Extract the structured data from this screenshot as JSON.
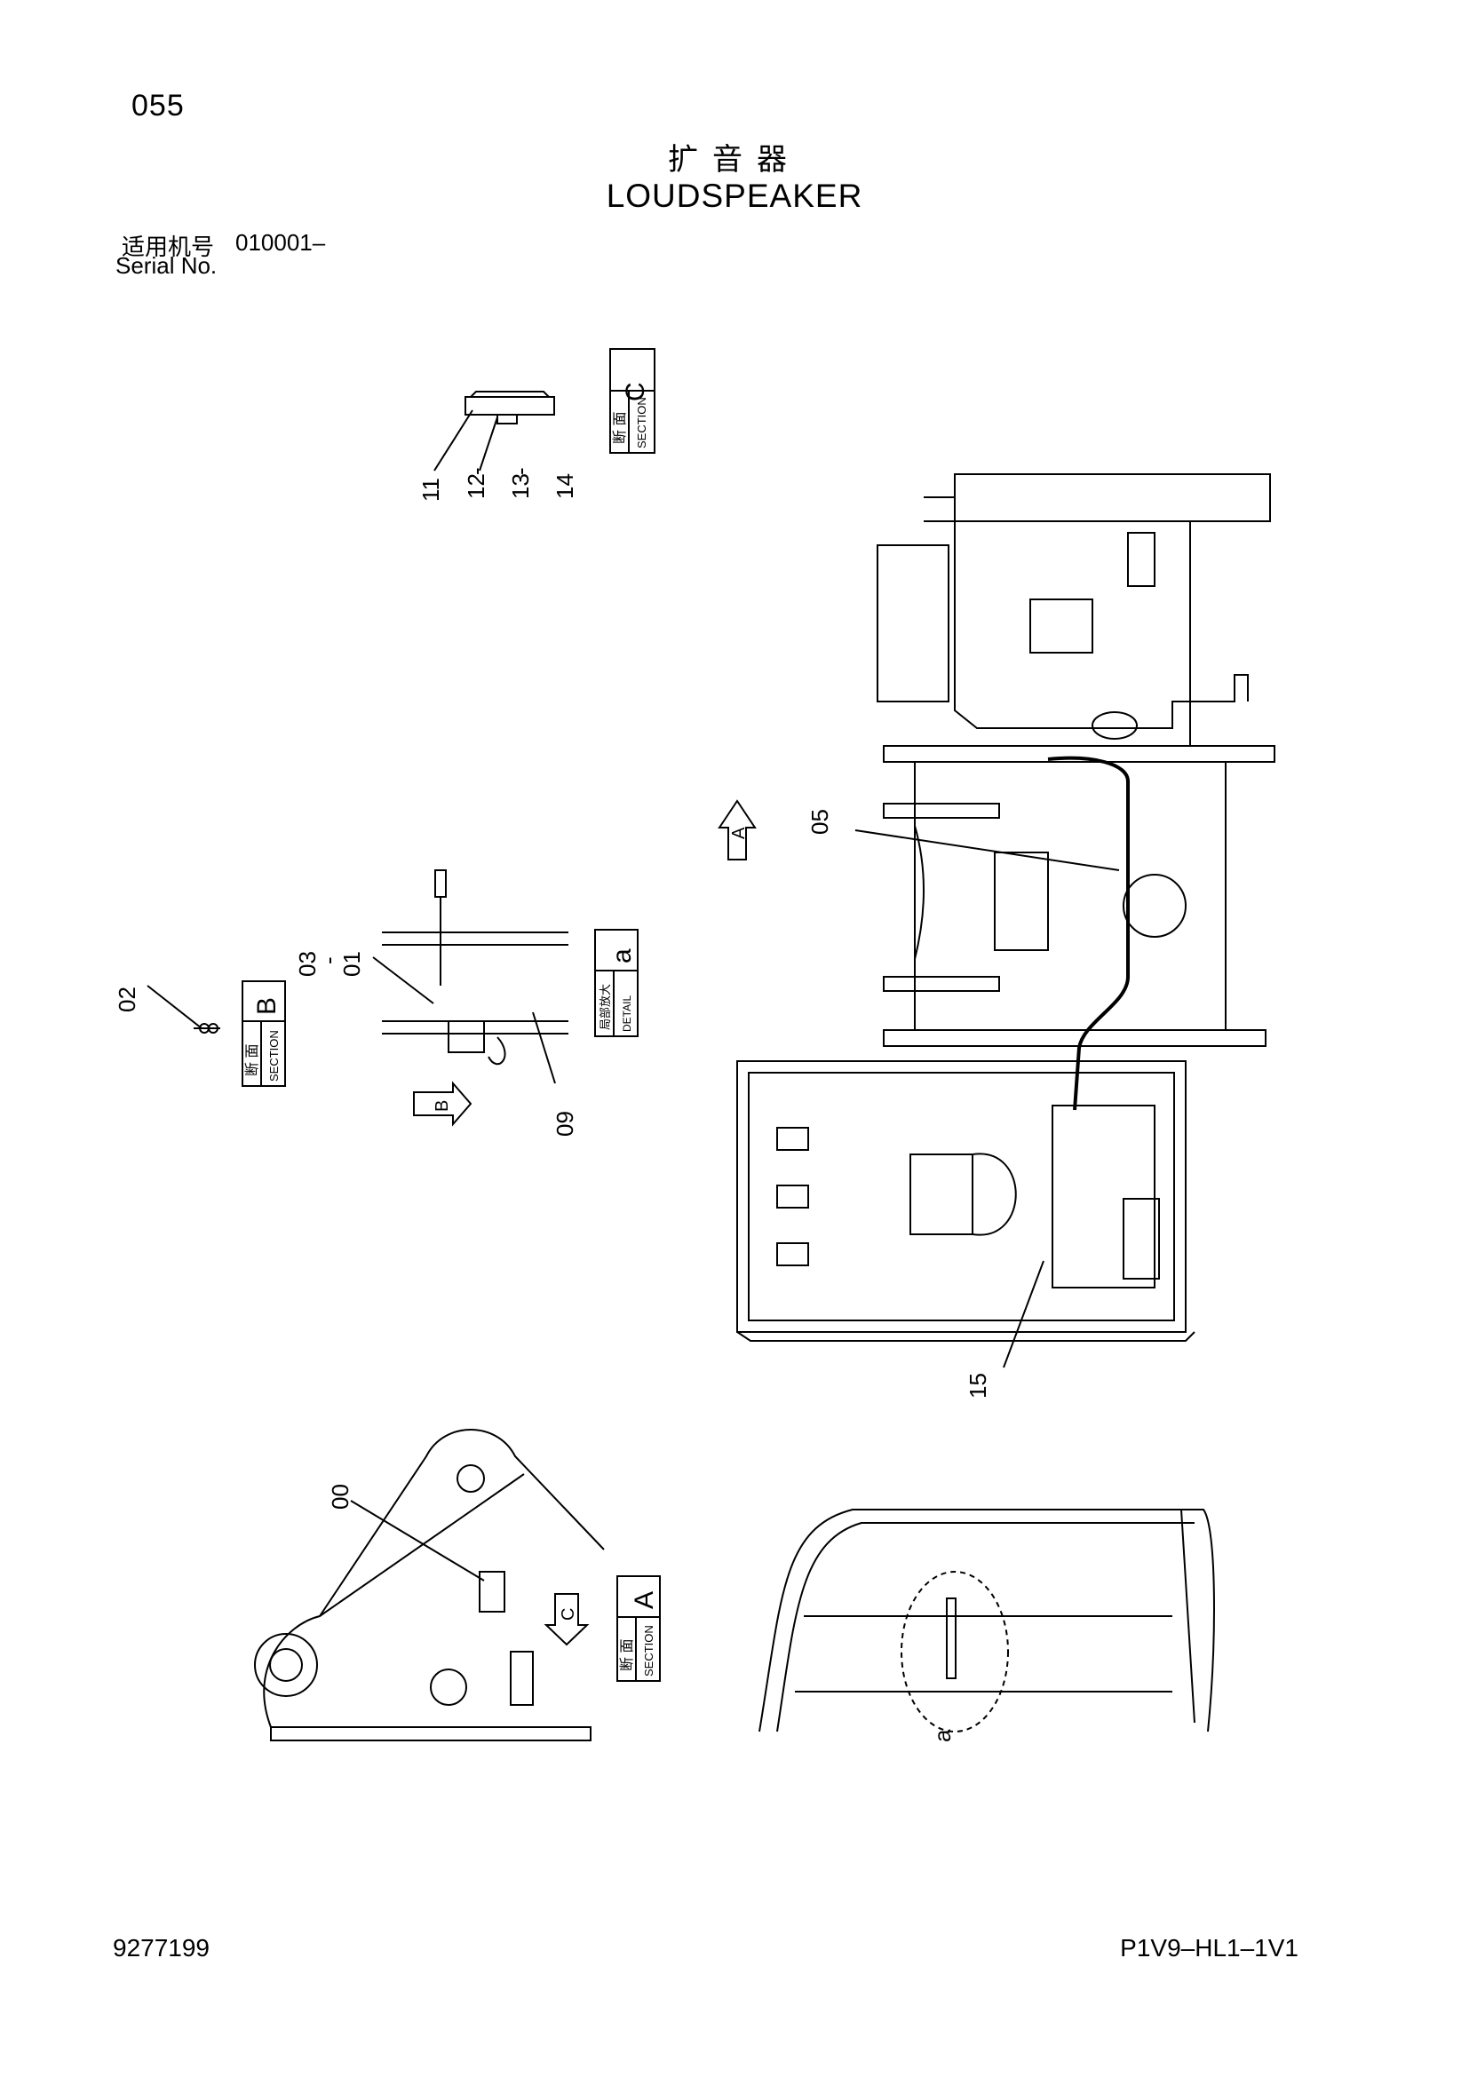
{
  "page": {
    "number": "055",
    "title_cn": "扩音器",
    "title_en": "LOUDSPEAKER",
    "serial_label_cn": "适用机号",
    "serial_value": "010001–",
    "serial_label_en": "Serial No.",
    "doc_number": "9277199",
    "drawing_code": "P1V9–HL1–1V1"
  },
  "views": {
    "section_c": {
      "label_cn": "断 面",
      "label_en": "SECTION",
      "letter": "C"
    },
    "section_b": {
      "label_cn": "断 面",
      "label_en": "SECTION",
      "letter": "B"
    },
    "section_a": {
      "label_cn": "断 面",
      "label_en": "SECTION",
      "letter": "A"
    },
    "detail_a": {
      "label_cn": "局部放大",
      "label_en": "DETAIL",
      "letter": "a"
    }
  },
  "view_arrows": {
    "arrow_a": "A",
    "arrow_b": "B",
    "arrow_c": "C"
  },
  "callouts": {
    "c00": "00",
    "c01": "01",
    "c02": "02",
    "c03": "03",
    "c03_dash": "-",
    "c05": "05",
    "c09": "09",
    "c11": "11",
    "c12": "12",
    "c12_dash": "-",
    "c13": "13",
    "c13_dash": "-",
    "c14": "14",
    "c15": "15",
    "ca": "a"
  }
}
